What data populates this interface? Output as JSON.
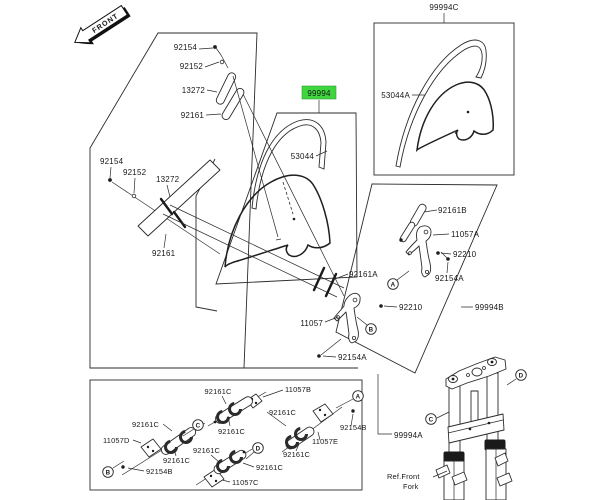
{
  "diagram": {
    "front_marker": "FRONT",
    "highlight_color": "#3fd53f",
    "highlighted_part": "99994"
  },
  "labels": {
    "t_92154": "92154",
    "t_92152": "92152",
    "t_13272": "13272",
    "t_92161": "92161",
    "l_92154": "92154",
    "l_92152": "92152",
    "l_13272": "13272",
    "l_92161": "92161",
    "c_53044": "53044",
    "rb_99994C": "99994C",
    "rb_53044A": "53044A",
    "p_92161B": "92161B",
    "p_11057A": "11057A",
    "p_92210": "92210",
    "p_92154A": "92154A",
    "p_99994B": "99994B",
    "m_92161A": "92161A",
    "m_92210": "92210",
    "m_11057": "11057",
    "m_92154A": "92154A",
    "bb_92161C_1": "92161C",
    "bb_92161C_2": "92161C",
    "bb_92161C_3": "92161C",
    "bb_92161C_4": "92161C",
    "bb_92161C_5": "92161C",
    "bb_92161C_6": "92161C",
    "bb_92161C_7": "92161C",
    "bb_92161C_8": "92161C",
    "bb_11057B": "11057B",
    "bb_11057D": "11057D",
    "bb_11057C": "11057C",
    "bb_11057E": "11057E",
    "bb_92154B_l": "92154B",
    "bb_92154B_r": "92154B",
    "f_99994A": "99994A",
    "ref_line1": "Ref.Front",
    "ref_line2": "Fork"
  },
  "callouts": {
    "a": "A",
    "b": "B",
    "c": "C",
    "d": "D"
  }
}
